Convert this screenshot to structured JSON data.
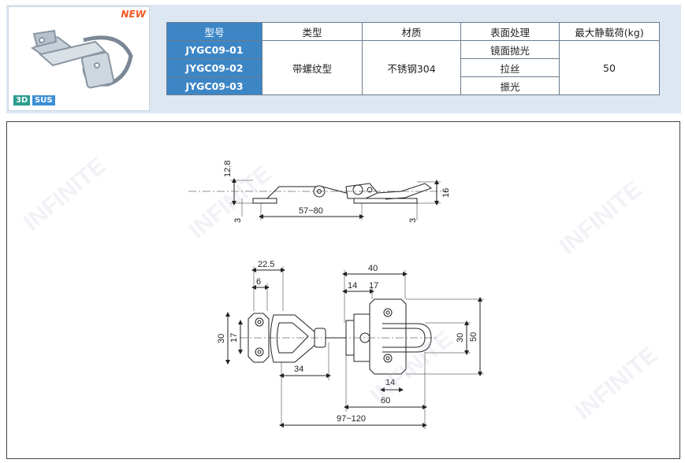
{
  "product": {
    "new_label": "NEW",
    "badge_3d": "3D",
    "badge_material": "SUS",
    "image_icon": "toggle-latch-product-photo"
  },
  "spec_table": {
    "headers": [
      "型号",
      "类型",
      "材质",
      "表面处理",
      "最大静载荷(kg)"
    ],
    "models": [
      "JYGC09-01",
      "JYGC09-02",
      "JYGC09-03"
    ],
    "type": "带螺纹型",
    "material": "不锈钢304",
    "finishes": [
      "镜面抛光",
      "拉丝",
      "振光"
    ],
    "max_load": "50"
  },
  "drawing": {
    "side_view": {
      "height_total": "12.8",
      "thickness_left": "3",
      "span": "57~80",
      "thickness_right": "3",
      "height_right": "16"
    },
    "top_view": {
      "hook_width": "22.5",
      "hook_hole": "6",
      "hook_height": "30",
      "hook_hole_spacing": "17",
      "hook_to_latch": "34",
      "base_width": "40",
      "base_dim_a": "14",
      "base_dim_b": "17",
      "base_height_inner": "30",
      "base_height": "50",
      "base_bottom": "14",
      "base_length": "60",
      "total_length": "97~120"
    }
  },
  "watermark": "INFINITE"
}
